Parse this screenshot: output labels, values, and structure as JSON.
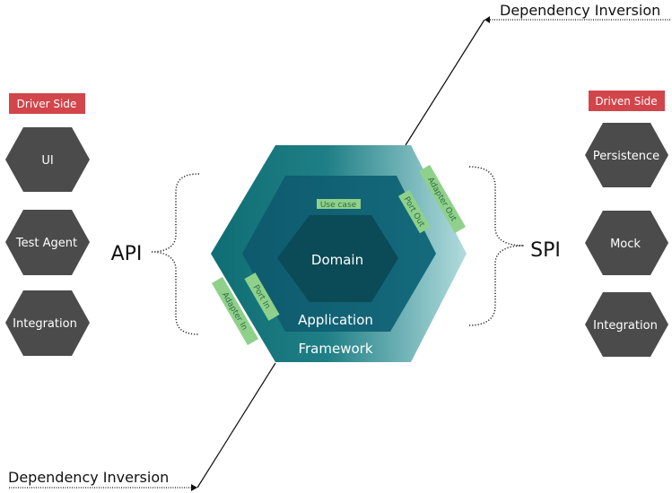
{
  "driver_side": {
    "title": "Driver Side",
    "nodes": [
      "UI",
      "Test Agent",
      "Integration"
    ]
  },
  "driven_side": {
    "title": "Driven Side",
    "nodes": [
      "Persistence",
      "Mock",
      "Integration"
    ]
  },
  "api_label": "API",
  "spi_label": "SPI",
  "dependency_inversion_top": "Dependency Inversion",
  "dependency_inversion_bottom": "Dependency Inversion",
  "hexagon": {
    "outer_label": "Framework",
    "middle_label": "Application",
    "inner_label": "Domain",
    "tags": {
      "use_case": "Use case",
      "port_out": "Port Out",
      "adapter_out": "Adapter Out",
      "port_in": "Port In",
      "adapter_in": "Adapter In"
    }
  },
  "colors": {
    "badge": "#d2454a",
    "node": "#4b4b4b",
    "outer_start": "#0f6e73",
    "outer_end": "#a9d6d8",
    "middle": "#0f5c70",
    "inner": "#0b4a57",
    "tag": "#8fd18b"
  }
}
